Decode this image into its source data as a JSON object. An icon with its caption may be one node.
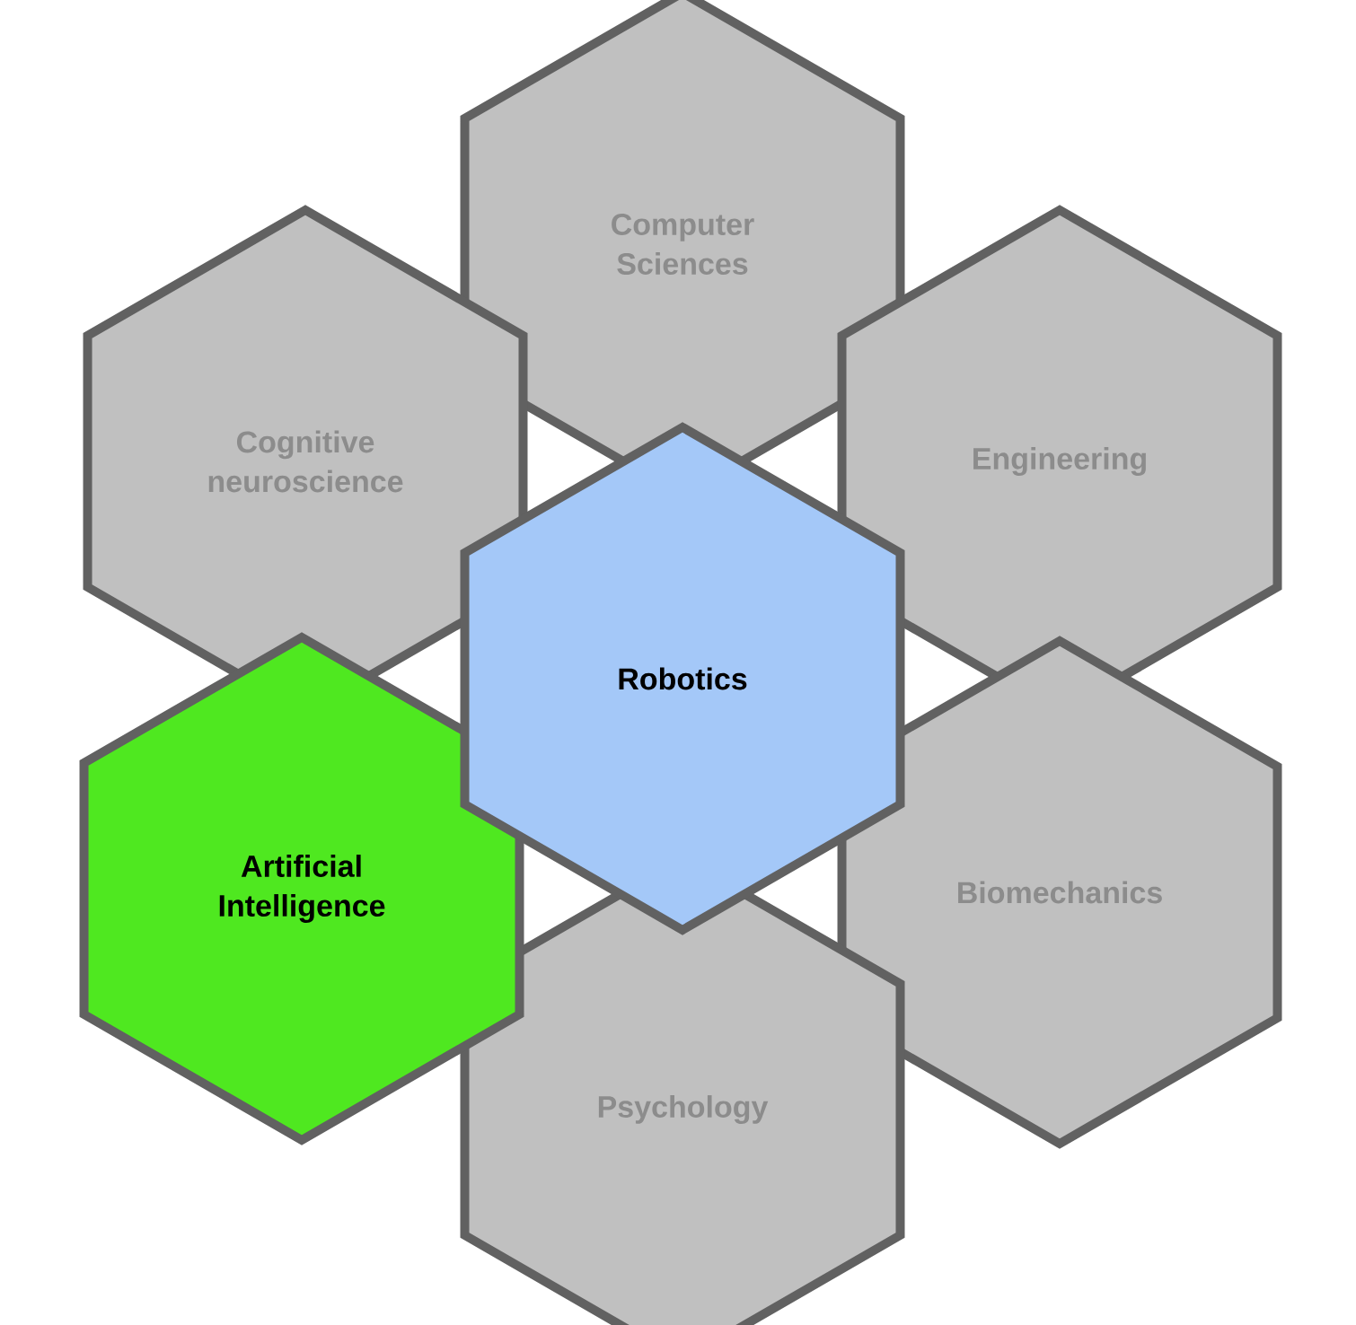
{
  "diagram": {
    "nodes": [
      {
        "text": [
          "Computer Sciences"
        ]
      },
      {
        "text": [
          "Cognitive neuroscience"
        ]
      },
      {
        "text": [
          "Engineering"
        ]
      },
      {
        "text": [
          "Robotics"
        ]
      },
      {
        "text": [
          "Artificial Intelligence"
        ]
      },
      {
        "text": [
          "Biomechanics"
        ]
      },
      {
        "text": [
          "Psychology"
        ]
      }
    ]
  }
}
